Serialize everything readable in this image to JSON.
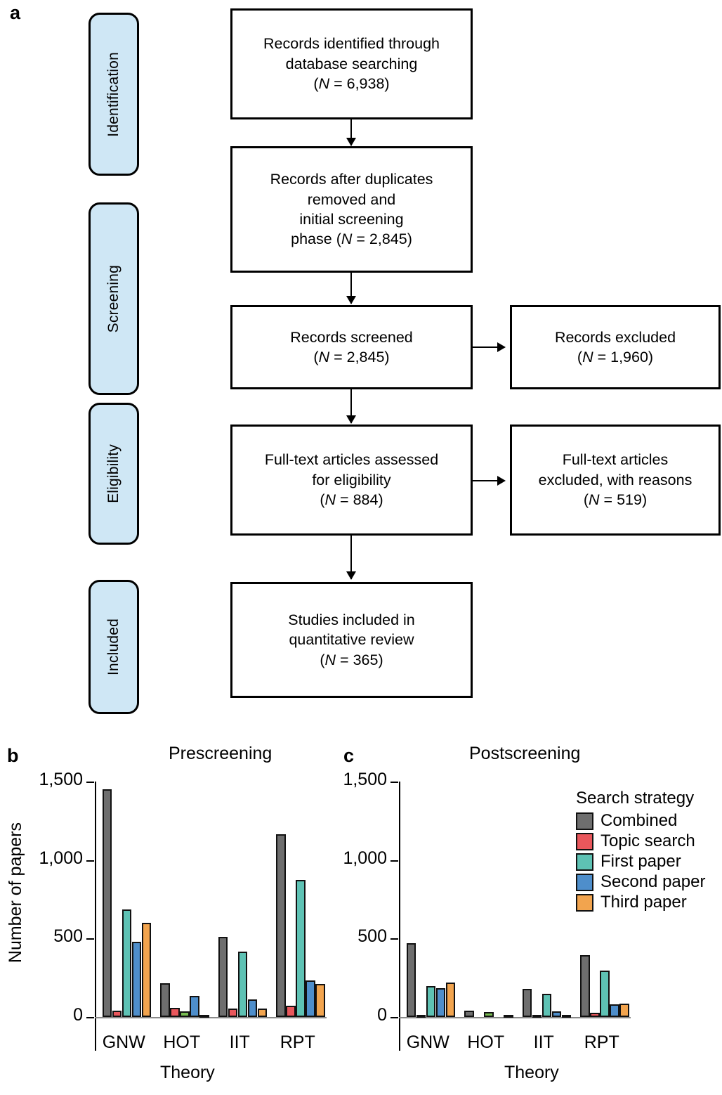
{
  "panels": {
    "a_letter": "a",
    "b_letter": "b",
    "c_letter": "c"
  },
  "flow_diagram": {
    "stages": [
      {
        "label": "Identification"
      },
      {
        "label": "Screening"
      },
      {
        "label": "Eligibility"
      },
      {
        "label": "Included"
      }
    ],
    "boxes": [
      {
        "id": "records-identified",
        "lines": [
          "Records identified through",
          "database searching"
        ],
        "count_prefix": "(",
        "count_italic": "N",
        "count_suffix": " = 6,938)"
      },
      {
        "id": "records-after-duplicates",
        "lines": [
          "Records after duplicates",
          "removed and",
          "initial screening"
        ],
        "last_line_prefix": "phase (",
        "count_italic": "N",
        "count_suffix": " = 2,845)"
      },
      {
        "id": "records-screened",
        "lines": [
          "Records screened"
        ],
        "count_prefix": "(",
        "count_italic": "N",
        "count_suffix": " = 2,845)"
      },
      {
        "id": "records-excluded",
        "lines": [
          "Records excluded"
        ],
        "count_prefix": "(",
        "count_italic": "N",
        "count_suffix": " = 1,960)"
      },
      {
        "id": "fulltext-assessed",
        "lines": [
          "Full-text articles assessed",
          "for eligibility"
        ],
        "count_prefix": "(",
        "count_italic": "N",
        "count_suffix": " = 884)"
      },
      {
        "id": "fulltext-excluded",
        "lines": [
          "Full-text articles",
          "excluded, with reasons"
        ],
        "count_prefix": "(",
        "count_italic": "N",
        "count_suffix": " = 519)"
      },
      {
        "id": "studies-included",
        "lines": [
          "Studies included in",
          "quantitative review"
        ],
        "count_prefix": "(",
        "count_italic": "N",
        "count_suffix": " = 365)"
      }
    ]
  },
  "legend": {
    "title": "Search strategy",
    "entries": [
      {
        "label": "Combined",
        "color": "#6e6e6e"
      },
      {
        "label": "Topic search",
        "color": "#e9575c"
      },
      {
        "label": "First paper",
        "color": "#5ec2b4"
      },
      {
        "label": "Second paper",
        "color": "#4e8ecb"
      },
      {
        "label": "Third paper",
        "color": "#f2a44e"
      }
    ]
  },
  "chart_data": [
    {
      "type": "bar",
      "id": "prescreening",
      "title": "Prescreening",
      "xlabel": "Theory",
      "ylabel": "Number of papers",
      "categories": [
        "GNW",
        "HOT",
        "IIT",
        "RPT"
      ],
      "yticks": [
        0,
        500,
        1000,
        1500
      ],
      "ytick_labels": [
        "0",
        "500",
        "1,000",
        "1,500"
      ],
      "ylim": [
        0,
        1500
      ],
      "grid": false,
      "legend_position": "none",
      "series": [
        {
          "name": "Combined",
          "color": "#6e6e6e",
          "values": [
            1450,
            215,
            510,
            1165
          ]
        },
        {
          "name": "Topic search",
          "color": "#e9575c",
          "values": [
            40,
            60,
            55,
            70
          ]
        },
        {
          "name": "First paper",
          "color": "#5ec2b4",
          "values": [
            685,
            35,
            415,
            875
          ]
        },
        {
          "name": "Second paper",
          "color": "#4e8ecb",
          "values": [
            480,
            135,
            110,
            235
          ]
        },
        {
          "name": "Third paper",
          "color": "#f2a44e",
          "values": [
            600,
            15,
            55,
            210
          ]
        }
      ],
      "series_color_overrides": [
        {
          "series": "First paper",
          "category": "HOT",
          "color": "#79bd52"
        }
      ]
    },
    {
      "type": "bar",
      "id": "postscreening",
      "title": "Postscreening",
      "xlabel": "Theory",
      "ylabel": "",
      "categories": [
        "GNW",
        "HOT",
        "IIT",
        "RPT"
      ],
      "yticks": [
        0,
        500,
        1000,
        1500
      ],
      "ytick_labels": [
        "0",
        "500",
        "1,000",
        "1,500"
      ],
      "ylim": [
        0,
        1500
      ],
      "grid": false,
      "legend_position": "top-right",
      "series": [
        {
          "name": "Combined",
          "color": "#6e6e6e",
          "values": [
            470,
            40,
            180,
            395
          ]
        },
        {
          "name": "Topic search",
          "color": "#e9575c",
          "values": [
            15,
            0,
            5,
            25
          ]
        },
        {
          "name": "First paper",
          "color": "#5ec2b4",
          "values": [
            195,
            30,
            150,
            295
          ]
        },
        {
          "name": "Second paper",
          "color": "#4e8ecb",
          "values": [
            185,
            0,
            35,
            80
          ]
        },
        {
          "name": "Third paper",
          "color": "#f2a44e",
          "values": [
            220,
            5,
            15,
            85
          ]
        }
      ],
      "series_color_overrides": [
        {
          "series": "First paper",
          "category": "HOT",
          "color": "#79bd52"
        }
      ]
    }
  ]
}
